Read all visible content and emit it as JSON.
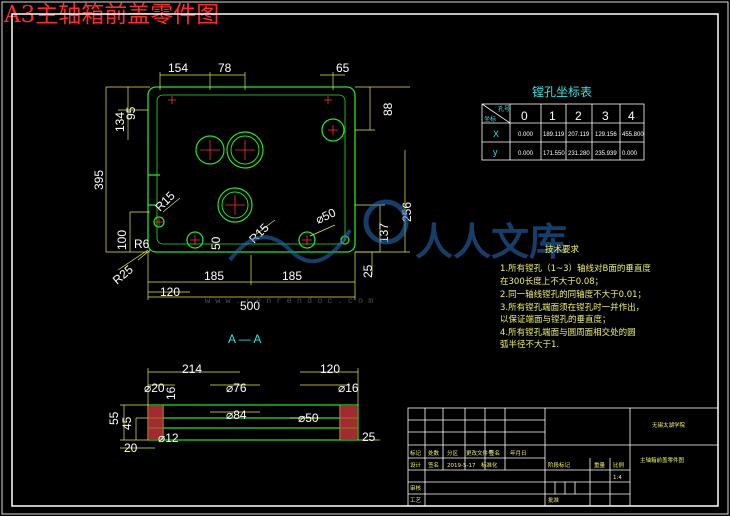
{
  "title": "A3主轴箱前盖零件图",
  "front_view": {
    "dims_top": [
      "154",
      "78",
      "65"
    ],
    "dims_left": [
      "134",
      "95",
      "395",
      "100",
      "R6",
      "R25"
    ],
    "dims_right": [
      "88",
      "256",
      "137",
      "25"
    ],
    "dims_inner": [
      "R15",
      "R15",
      "50",
      "⌀50"
    ],
    "dims_bottom": [
      "185",
      "185",
      "120",
      "500"
    ]
  },
  "coord_table": {
    "title": "镗孔坐标表",
    "corner_top": "孔号",
    "corner_bottom": "坐标",
    "headers": [
      "0",
      "1",
      "2",
      "3",
      "4"
    ],
    "rows": [
      {
        "label": "X",
        "values": [
          "0.000",
          "189.119",
          "207.119",
          "129.156",
          "455.800"
        ]
      },
      {
        "label": "y",
        "values": [
          "0.000",
          "171.550",
          "231.280",
          "235.939",
          "0.000"
        ]
      }
    ]
  },
  "tech_req": {
    "title": "技术要求",
    "lines": [
      "1.所有镗孔（1~3）轴线对B面的垂直度",
      "  在300长度上不大于0.08；",
      "2.同一轴线镗孔的同轴度不大于0.01；",
      "3.所有镗孔端面须在镗孔时一并作出，",
      "  以保证端面与镗孔的垂直度；",
      "4.所有镗孔端面与圆周面相交处的圆",
      "  弧半径不大于1."
    ]
  },
  "watermark": {
    "brand": "人人文库",
    "url": "w w w . r e n r e n d o c . c o m"
  },
  "section_view": {
    "label": "A — A",
    "dims_top": [
      "214",
      "120"
    ],
    "dims_diam": [
      "⌀20",
      "⌀76",
      "⌀16",
      "⌀84",
      "⌀50",
      "⌀12"
    ],
    "dims_left": [
      "55",
      "45",
      "16",
      "20"
    ],
    "dims_right": [
      "25"
    ]
  },
  "title_block": {
    "school": "无锡太湖学院",
    "drawing_name": "主轴箱前盖零件图",
    "row_labels": [
      "标记",
      "处数",
      "分区",
      "更改文件号",
      "签名",
      "年月日"
    ],
    "designer_row": [
      "设计",
      "签名",
      "2019-5-17",
      "标准化"
    ],
    "stage_labels": [
      "阶段标记",
      "重量",
      "比例"
    ],
    "scale": "1:4",
    "review_labels": [
      "审核",
      "工艺"
    ],
    "approve_label": "批准"
  }
}
